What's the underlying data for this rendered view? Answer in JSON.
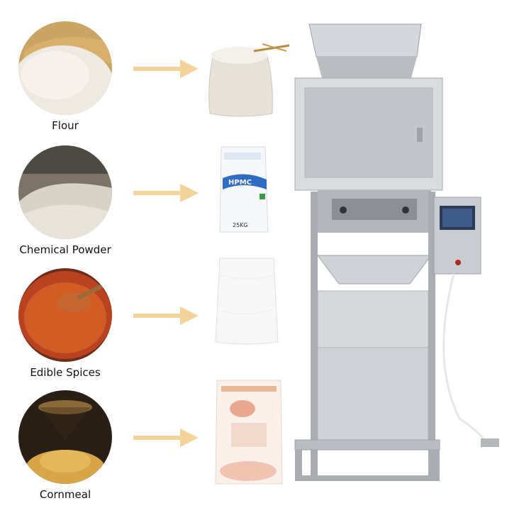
{
  "products": [
    {
      "label": "Flour",
      "sample_icon": "flour-pile-icon",
      "bag_icon": "flour-sack-icon"
    },
    {
      "label": "Chemical Powder",
      "sample_icon": "chemical-powder-pile-icon",
      "bag_icon": "chemical-bag-icon",
      "bag_text": {
        "brand": "HPMC",
        "weight": "25KG"
      }
    },
    {
      "label": "Edible Spices",
      "sample_icon": "spice-bowl-icon",
      "bag_icon": "woven-bag-icon"
    },
    {
      "label": "Cornmeal",
      "sample_icon": "cornmeal-sieve-icon",
      "bag_icon": "printed-food-bag-icon"
    }
  ],
  "machine_icon": "weighing-packing-machine-icon",
  "colors": {
    "arrow": "#f2d39a",
    "steel": "#c9ccd0",
    "steel_dark": "#8f9398"
  }
}
